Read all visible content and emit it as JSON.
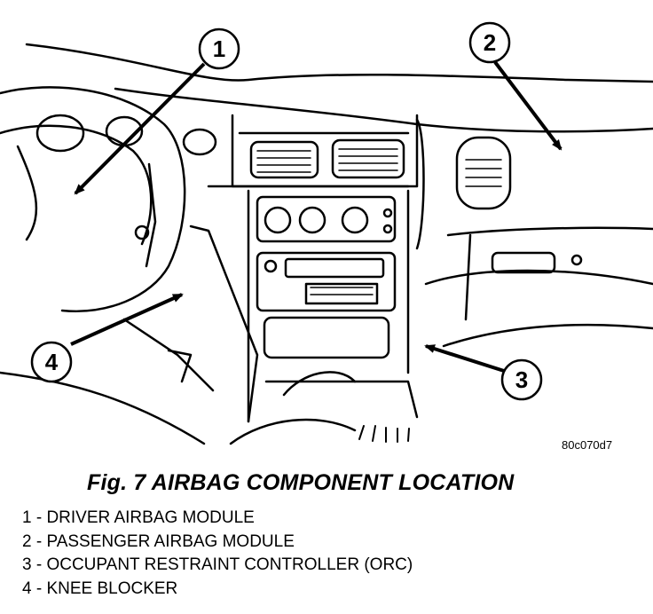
{
  "figure": {
    "callouts": [
      "1",
      "2",
      "3",
      "4"
    ],
    "image_code": "80c070d7"
  },
  "caption": "Fig. 7 AIRBAG COMPONENT LOCATION",
  "legend": [
    "1 - DRIVER AIRBAG MODULE",
    "2 - PASSENGER AIRBAG MODULE",
    "3 - OCCUPANT RESTRAINT CONTROLLER (ORC)",
    "4 - KNEE BLOCKER"
  ]
}
